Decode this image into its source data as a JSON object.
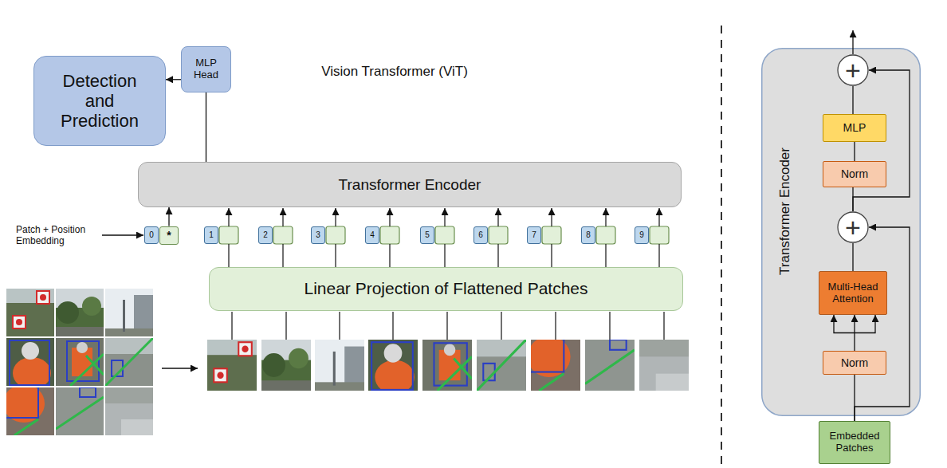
{
  "diagram": {
    "title": "Vision Transformer (ViT)",
    "nodes": [
      {
        "text": [
          "Detection and Prediction"
        ]
      },
      {
        "text": [
          "MLP Head"
        ]
      },
      {
        "text": [
          "Transformer Encoder"
        ]
      },
      {
        "text": [
          "0"
        ]
      },
      {
        "text": [
          "*"
        ]
      },
      {
        "text": [
          "1"
        ]
      },
      {
        "text": [
          "2"
        ]
      },
      {
        "text": [
          "3"
        ]
      },
      {
        "text": [
          "4"
        ]
      },
      {
        "text": [
          "5"
        ]
      },
      {
        "text": [
          "6"
        ]
      },
      {
        "text": [
          "7"
        ]
      },
      {
        "text": [
          "8"
        ]
      },
      {
        "text": [
          "9"
        ]
      },
      {
        "text": [
          "Linear Projection of Flattened Patches"
        ]
      },
      {
        "text": [
          "Transformer Encoder"
        ]
      },
      {
        "text": [
          "+"
        ],
        "in": 15
      },
      {
        "text": [
          "MLP"
        ],
        "in": 15
      },
      {
        "text": [
          "Norm"
        ],
        "in": 15
      },
      {
        "text": [
          "+"
        ],
        "in": 15
      },
      {
        "text": [
          "Multi-Head Attention"
        ],
        "in": 15
      },
      {
        "text": [
          "Norm"
        ],
        "in": 15
      },
      {
        "text": [
          "Embedded Patches"
        ]
      }
    ],
    "edges": [
      {
        "from": 1,
        "to": 0,
        "arrow": "to"
      },
      {
        "from": 2,
        "to": 1,
        "arrow": "none"
      },
      {
        "from": 4,
        "to": 2,
        "arrow": "to"
      },
      {
        "from": 22,
        "to": 21,
        "arrow": "none"
      },
      {
        "from": 21,
        "to": 20,
        "arrow": "to"
      },
      {
        "from": 20,
        "to": 19,
        "arrow": "none"
      },
      {
        "from": 22,
        "to": 19,
        "arrow": "to"
      },
      {
        "from": 19,
        "to": 18,
        "arrow": "none"
      },
      {
        "from": 18,
        "to": 17,
        "arrow": "none"
      },
      {
        "from": 17,
        "to": 16,
        "arrow": "none"
      },
      {
        "from": 19,
        "to": 16,
        "arrow": "to"
      }
    ],
    "labels": [
      "Patch + Position Embedding"
    ]
  }
}
